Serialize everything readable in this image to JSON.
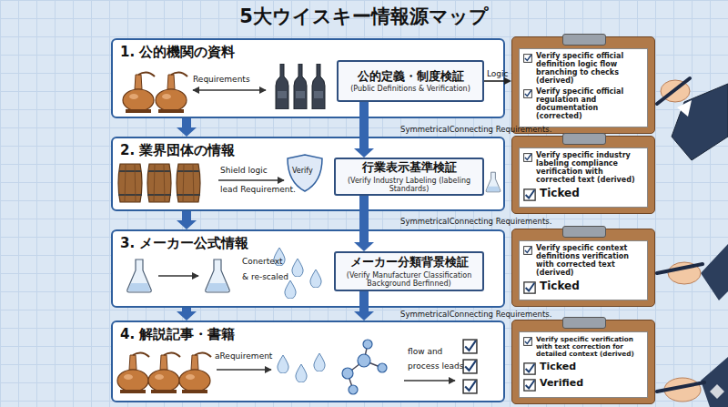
{
  "diagram": {
    "title": "5大ウイスキー情報源マップ",
    "nodes": [
      {
        "text": [
          "1. 公的機関の資料"
        ]
      },
      {
        "text": [
          "公的定義・制度検証",
          "(Public Definitions & Verification)"
        ],
        "in": 0
      },
      {
        "text": [
          "2. 業界団体の情報"
        ]
      },
      {
        "text": [
          "行業表示基準検証",
          "(Verify Industry Labeling (labeling Standards)"
        ],
        "in": 2
      },
      {
        "text": [
          "3. メーカー公式情報"
        ]
      },
      {
        "text": [
          "メーカー分類背景検証",
          "(Verify Manufacturer Classification Background Berfinned)"
        ],
        "in": 4
      },
      {
        "text": [
          "4. 解説記事・書籍"
        ]
      },
      {
        "text": [
          "Verify specific official definition logic flow branching to checks (derived)",
          "Verify specific official regulation and documentation (corrected)"
        ]
      },
      {
        "text": [
          "Verify specific industry labeling compliance verification with corrected text (derived)",
          "Ticked"
        ]
      },
      {
        "text": [
          "Verify specific context definitions verification with corrected text (derived)",
          "Ticked"
        ]
      },
      {
        "text": [
          "Verify specific verification with text correction for detailed context (derived)",
          "Ticked",
          "Verified"
        ]
      }
    ],
    "edges": [
      {
        "from": 0,
        "to": 2,
        "arrow": "to"
      },
      {
        "from": 1,
        "to": 3,
        "arrow": "to"
      },
      {
        "from": 2,
        "to": 4,
        "arrow": "to"
      },
      {
        "from": 3,
        "to": 5,
        "arrow": "to"
      },
      {
        "from": 4,
        "to": 6,
        "arrow": "to"
      },
      {
        "from": 5,
        "to": 6,
        "arrow": "to"
      },
      {
        "from": 1,
        "to": 7,
        "label": "Logic",
        "arrow": "to"
      }
    ],
    "labels": [
      "Requirements",
      "Shield logic",
      "lead Requirement.",
      "Verify",
      "Conertext",
      "& re-scaled",
      "aRequirement",
      "flow and",
      "process leads",
      "SymmetricalConnecting Requirements.",
      "SymmetricalConnecting Requirements.",
      "SymmetricalConnecting Requirements."
    ]
  }
}
